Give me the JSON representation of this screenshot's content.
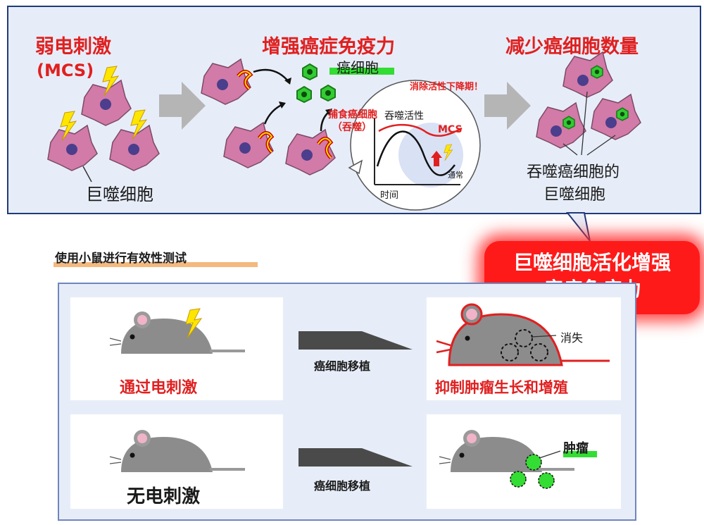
{
  "top": {
    "col1_title": "弱电刺激",
    "col1_abbr": "(MCS)",
    "col1_cell_label": "巨噬细胞",
    "col2_title": "增强癌症免疫力",
    "col2_cancer_label": "癌细胞",
    "col2_phago_label": "捕食癌细胞",
    "col2_phago_sub": "（吞噬）",
    "col2_decline_text": "消除活性下降期！",
    "col3_title": "减少癌细胞数量",
    "col3_label_line1": "吞噬癌细胞的",
    "col3_label_line2": "巨噬细胞"
  },
  "inset_chart": {
    "title": "吞噬活性",
    "xlabel": "时间",
    "mcs_label": "MCS",
    "normal_label": "通常"
  },
  "callout": {
    "line1": "巨噬细胞活化增强",
    "line2": "癌症免疫力"
  },
  "bottom": {
    "section_title": "使用小鼠进行有效性测试",
    "row1_mouse_caption": "通过电刺激",
    "row1_arrow_label": "癌细胞移植",
    "row1_result_caption": "抑制肿瘤生长和增殖",
    "row1_disappear_label": "消失",
    "row2_mouse_caption": "无电刺激",
    "row2_arrow_label": "癌细胞移植",
    "row2_tumor_label": "肿瘤"
  },
  "colors": {
    "accent_red": "#e02020",
    "cell_pink": "#d27aa8",
    "nucleus": "#4b3e8c",
    "cancer_green": "#33cc33",
    "panel_blue": "#e7edf8",
    "mouse_gray": "#8c8c8c"
  }
}
